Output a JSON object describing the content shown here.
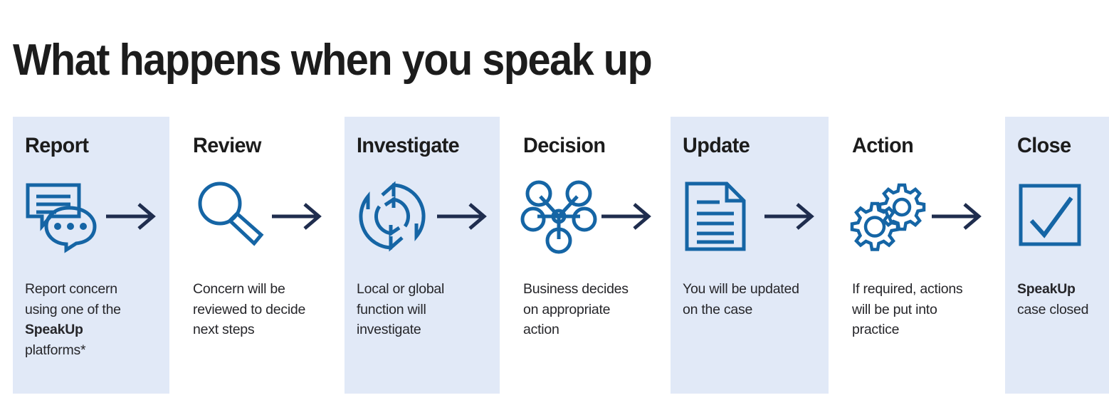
{
  "page": {
    "title": "What happens when you speak up",
    "accent_blue": "#1565a5",
    "panel_tint": "#e1e9f7",
    "arrow_color": "#1f2d4e",
    "text_color": "#26262a"
  },
  "steps": [
    {
      "id": "report",
      "heading": "Report",
      "icon": "speech-bubbles-icon",
      "tinted": true,
      "arrow": true,
      "body_pre": "Report concern\nusing one of the\n",
      "body_bold": "SpeakUp",
      "body_post": "\nplatforms*"
    },
    {
      "id": "review",
      "heading": "Review",
      "icon": "magnifying-glass-icon",
      "tinted": false,
      "arrow": true,
      "body_pre": "Concern will be\nreviewed to decide\nnext steps",
      "body_bold": "",
      "body_post": ""
    },
    {
      "id": "investigate",
      "heading": "Investigate",
      "icon": "cycle-arrows-icon",
      "tinted": true,
      "arrow": true,
      "body_pre": "Local or global\nfunction will\ninvestigate",
      "body_bold": "",
      "body_post": ""
    },
    {
      "id": "decision",
      "heading": "Decision",
      "icon": "network-nodes-icon",
      "tinted": false,
      "arrow": true,
      "body_pre": "Business decides\non appropriate\naction",
      "body_bold": "",
      "body_post": ""
    },
    {
      "id": "update",
      "heading": "Update",
      "icon": "document-page-icon",
      "tinted": true,
      "arrow": true,
      "body_pre": "You will be updated\non the case",
      "body_bold": "",
      "body_post": ""
    },
    {
      "id": "action",
      "heading": "Action",
      "icon": "gears-icon",
      "tinted": false,
      "arrow": true,
      "body_pre": "If required, actions\nwill be put into\npractice",
      "body_bold": "",
      "body_post": ""
    },
    {
      "id": "close",
      "heading": "Close",
      "icon": "checkbox-tick-icon",
      "tinted": true,
      "arrow": false,
      "body_pre": "",
      "body_bold": "SpeakUp",
      "body_post": "\ncase closed"
    }
  ]
}
